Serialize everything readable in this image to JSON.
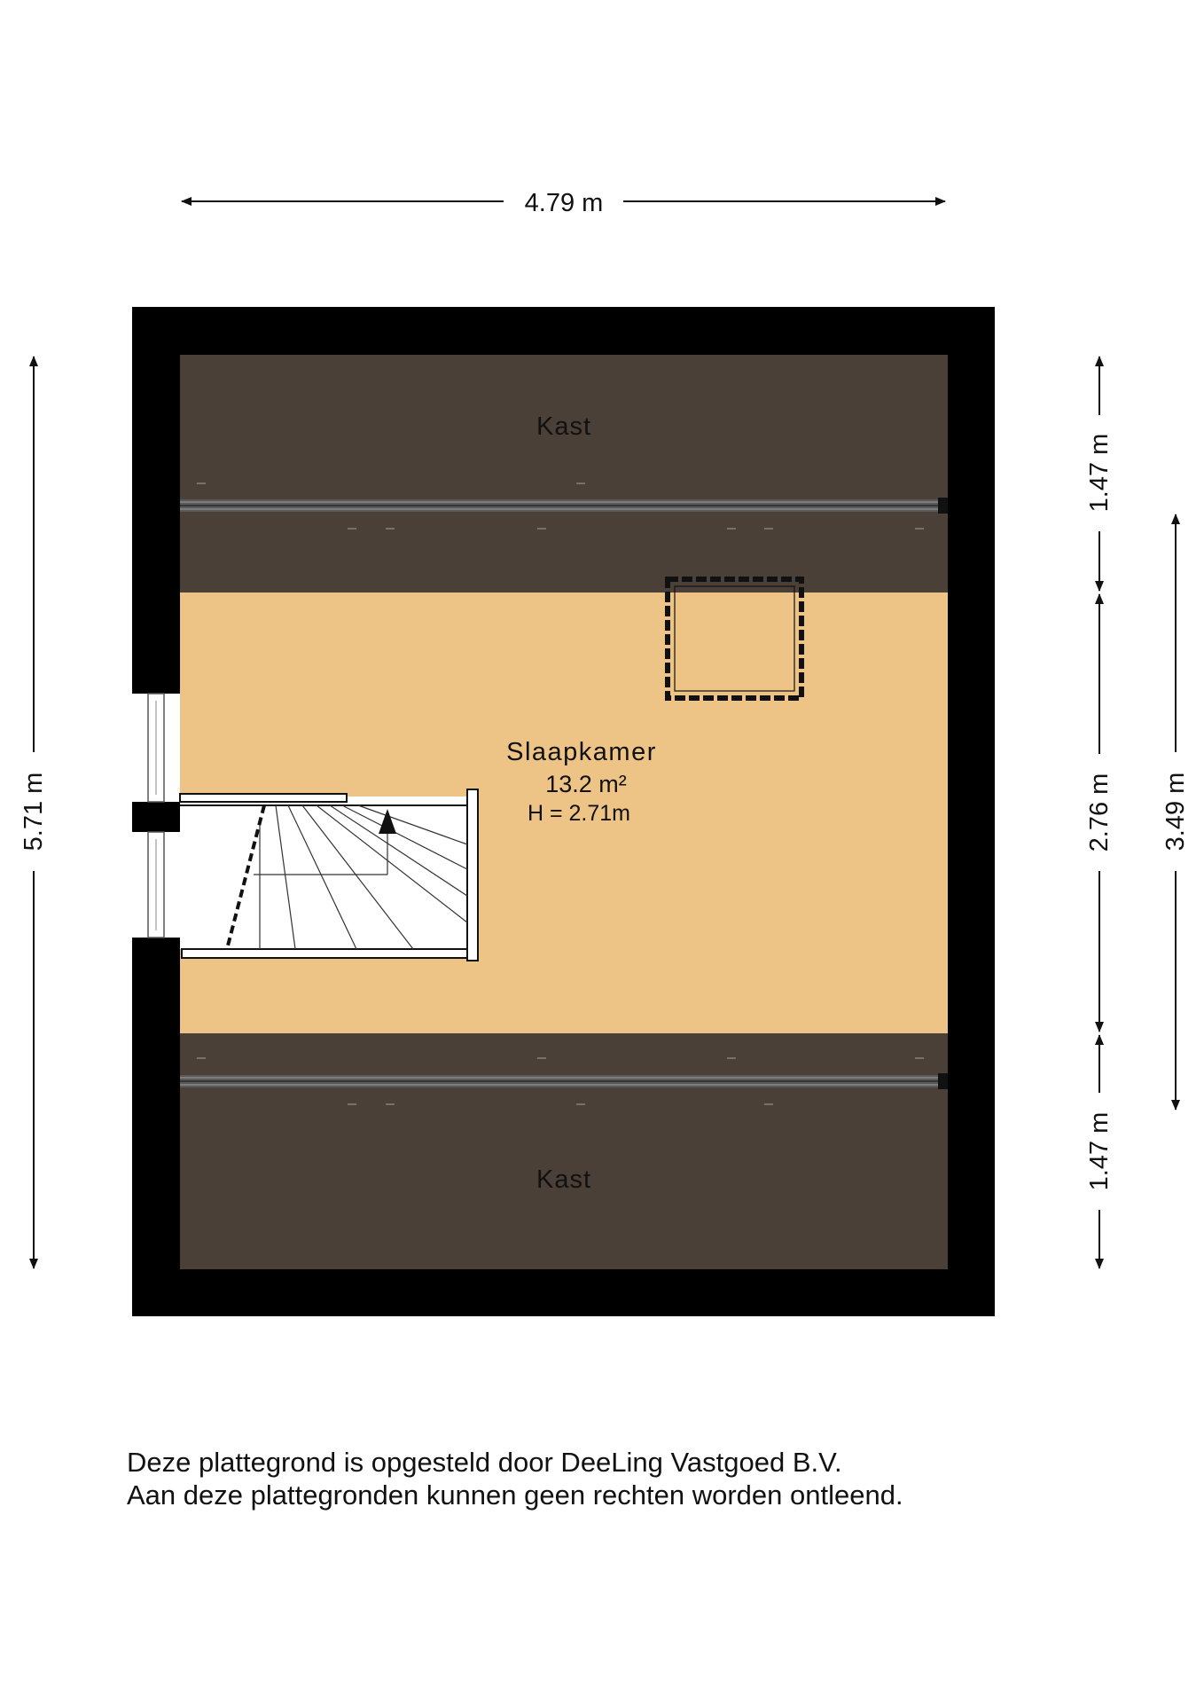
{
  "dimensions": {
    "total_width": "4.79 m",
    "total_depth": "5.71 m",
    "top_kast_depth": "1.47 m",
    "room_depth": "2.76 m",
    "bottom_kast_depth": "1.47 m",
    "height_zone": "3.49 m"
  },
  "rooms": {
    "kast_top": {
      "label": "Kast"
    },
    "slaapkamer": {
      "label": "Slaapkamer",
      "area": "13.2 m²",
      "height": "H = 2.71m"
    },
    "kast_bottom": {
      "label": "Kast"
    }
  },
  "disclaimer": {
    "line1": "Deze plattegrond is opgesteld door DeeLing Vastgoed B.V.",
    "line2": "Aan deze plattegronden kunnen geen rechten worden ontleend."
  },
  "colors": {
    "wall": "#000000",
    "kast_floor": "#4a4037",
    "room_floor": "#edc486",
    "stair_floor": "#ffffff"
  }
}
